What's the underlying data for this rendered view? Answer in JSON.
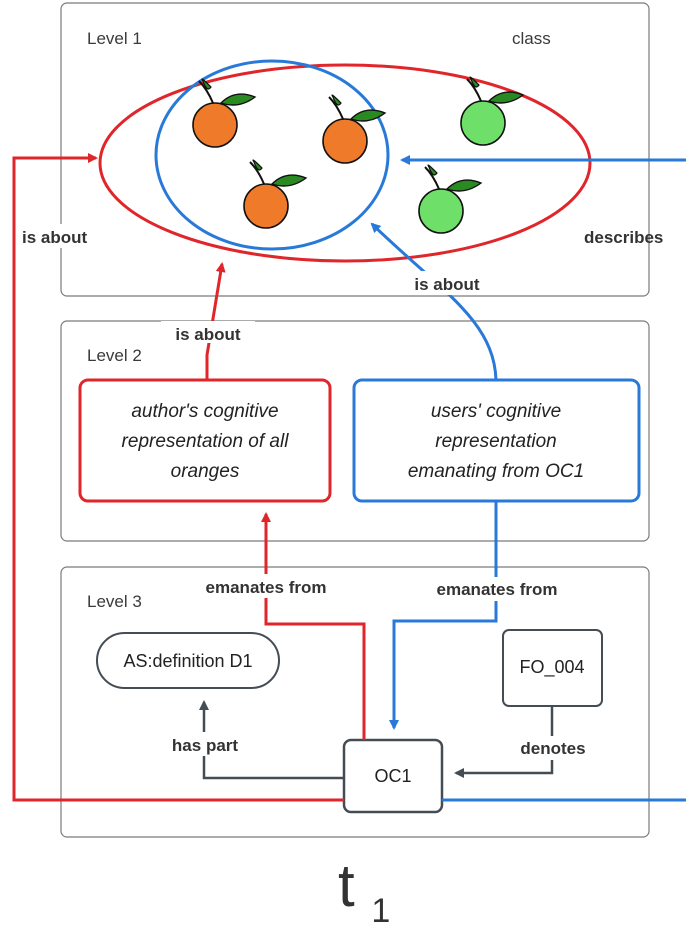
{
  "levels": {
    "level1": "Level 1",
    "level2": "Level 2",
    "level3": "Level 3"
  },
  "class_label": "class",
  "edges": {
    "is_about_left": "is about",
    "describes": "describes",
    "is_about_blue": "is about",
    "is_about_red": "is about",
    "emanates_from_red": "emanates from",
    "emanates_from_blue": "emanates from",
    "has_part": "has part",
    "denotes": "denotes"
  },
  "boxes": {
    "author_lines": [
      "author's cognitive",
      "representation of all",
      "oranges"
    ],
    "users_lines": [
      "users' cognitive",
      "representation",
      "emanating from OC1"
    ]
  },
  "nodes": {
    "definition": "AS:definition D1",
    "fo": "FO_004",
    "oc1": "OC1"
  },
  "time": {
    "letter": "t",
    "subscript": "1"
  },
  "colors": {
    "red": "#e0262a",
    "blue": "#2979d9",
    "dark": "#444c54",
    "orange": "#ef7a2a",
    "green": "#6ee06a",
    "leaf": "#2a8a22"
  }
}
